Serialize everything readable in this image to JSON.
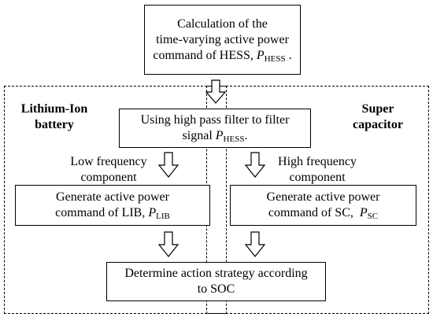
{
  "top_box": {
    "line1": "Calculation of the",
    "line2": "time-varying active power",
    "line3_prefix": "command of HESS, ",
    "var": "P",
    "sub": "HESS",
    "suffix": " ."
  },
  "left_region": {
    "line1": "Lithium-Ion",
    "line2": "battery"
  },
  "right_region": {
    "line1": "Super",
    "line2": "capacitor"
  },
  "filter_box": {
    "line1": "Using high pass filter  to filter",
    "line2_prefix": "signal ",
    "var": "P",
    "sub": "HESS",
    "suffix": "."
  },
  "low_freq": {
    "line1": "Low frequency",
    "line2": "component"
  },
  "high_freq": {
    "line1": "High frequency",
    "line2": "component"
  },
  "lib_box": {
    "line1": "Generate active power",
    "line2_prefix": "command of LIB, ",
    "var": "P",
    "sub": "LIB"
  },
  "sc_box": {
    "line1": "Generate active power",
    "line2_prefix": "command of SC,  ",
    "var": "P",
    "sub": "SC"
  },
  "soc_box": {
    "line1": "Determine action strategy according",
    "line2": "to SOC"
  }
}
